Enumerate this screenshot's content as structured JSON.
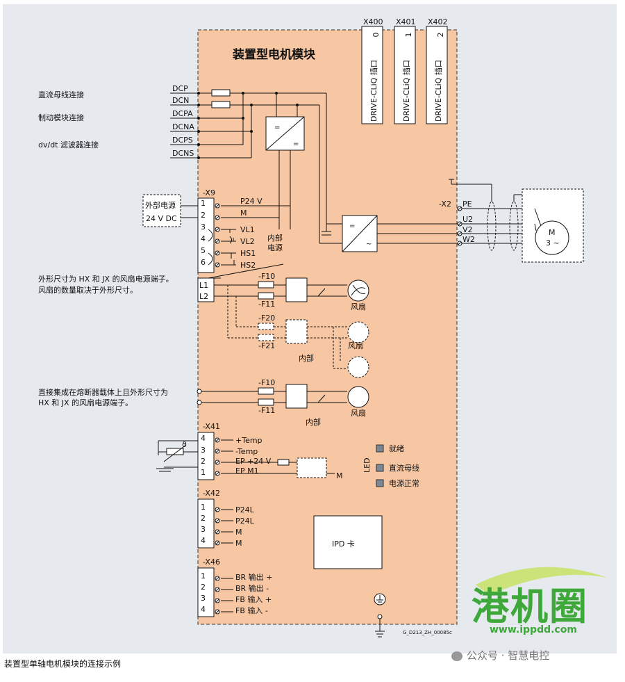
{
  "title": "装置型电机模块",
  "connectors": {
    "x400": "X400",
    "x401": "X401",
    "x402": "X402"
  },
  "ports": {
    "p0": "0",
    "p1": "1",
    "p2": "2",
    "drive_cliq": "DRIVE-CLiQ 插口"
  },
  "left_labels": {
    "dc_bus": "直流母线连接",
    "brake": "制动模块连接",
    "dvdt": "dv/dt 滤波器连接",
    "fan_note_1": "外形尺寸为 HX 和 JX 的风扇电源端子。",
    "fan_note_2": "风扇的数量取决于外形尺寸。",
    "direct_1": "直接集成在熔断器载体上且外形尺寸为",
    "direct_2": "HX 和 JX 的风扇电源端子。"
  },
  "dc_terminals": [
    "DCP",
    "DCN",
    "DCPA",
    "DCNA",
    "DCPS",
    "DCNS"
  ],
  "ext_supply": {
    "line1": "外部电源",
    "line2": "24 V DC"
  },
  "x9": {
    "name": "-X9",
    "pins": [
      "1",
      "2",
      "3",
      "4",
      "5",
      "6"
    ],
    "signals": [
      "P24 V",
      "M",
      "VL1",
      "VL2",
      "HS1",
      "HS2"
    ],
    "internal_1": "内部",
    "internal_2": "电源"
  },
  "fan_terminals": [
    "L1",
    "L2"
  ],
  "fuses": {
    "f10": "-F10",
    "f11": "-F11",
    "f20": "-F20",
    "f21": "-F21"
  },
  "fan_label": "风扇",
  "internal": "内部",
  "x2": {
    "name": "-X2",
    "pe": "PE",
    "u2": "U2",
    "v2": "V2",
    "w2": "W2"
  },
  "motor": {
    "m": "M",
    "phase": "3 ~"
  },
  "x41": {
    "name": "-X41",
    "pins": [
      "4",
      "3",
      "2",
      "1"
    ],
    "signals": [
      "+Temp",
      "-Temp",
      "EP +24 V",
      "EP M1"
    ],
    "theta": "ϑ",
    "m": "M"
  },
  "led": {
    "label": "LED",
    "items": [
      "就绪",
      "直流母线",
      "电源正常"
    ],
    "color": "#7b8794"
  },
  "x42": {
    "name": "-X42",
    "pins": [
      "1",
      "2",
      "3",
      "4"
    ],
    "signals": [
      "P24L",
      "P24L",
      "M",
      "M"
    ]
  },
  "ipd": "IPD 卡",
  "x46": {
    "name": "-X46",
    "pins": [
      "1",
      "2",
      "3",
      "4"
    ],
    "signals": [
      "BR 输出 +",
      "BR 输出 -",
      "FB 输入 +",
      "FB 输入 -"
    ]
  },
  "drawing_no": "G_D213_ZH_00085c",
  "caption": "装置型单轴电机模块的连接示例",
  "watermark": {
    "brand": "港机圈",
    "url": "www.ippdd.com",
    "wechat": "公众号 · 智慧电控"
  },
  "colors": {
    "module_fill": "#f7c7a4",
    "frame": "#e6e9ee",
    "green": "#5fbf3a",
    "brand_green": "#3ea83a"
  }
}
